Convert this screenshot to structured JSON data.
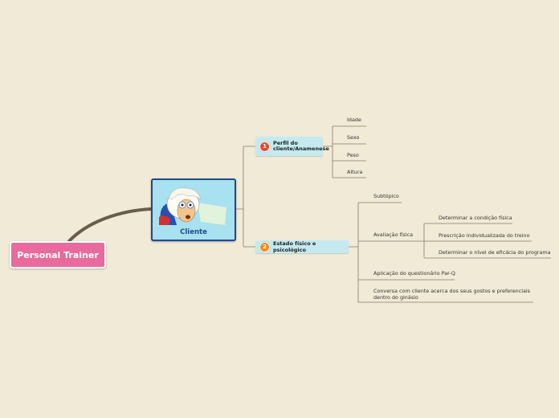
{
  "root": {
    "label": "Personal Trainer"
  },
  "center": {
    "label": "Cliente",
    "image_icon": "cartoon-face-icon"
  },
  "topics": [
    {
      "number": "1",
      "label": "Perfil do cliente/Anamenese",
      "marker_color": "#e64a2e"
    },
    {
      "number": "2",
      "label": "Estado físico e psicológico",
      "marker_color": "#f08c1e"
    }
  ],
  "perfil_items": [
    "Idade",
    "Sexo",
    "Peso",
    "Altura"
  ],
  "estado_items": {
    "subtopico": "Subtópico",
    "avaliacao": "Avaliação física",
    "avaliacao_children": [
      "Determinar a condição física",
      "Prescrição  individualizada do treino",
      "Determinar o nível de eficácia do programa"
    ],
    "aplicacao": "Aplicação do questionário Par-Q",
    "conversa_line1": "Conversa com cliente acerca dos seus gostos e preferenciais",
    "conversa_line2": "dentro do ginásio"
  },
  "colors": {
    "background": "#f0ead6",
    "root_fill": "#e96a9c",
    "center_fill": "#a8e1ef",
    "center_border": "#1f4a8a",
    "topic_fill": "#c4eaf0",
    "connector": "#8a7a6a"
  }
}
